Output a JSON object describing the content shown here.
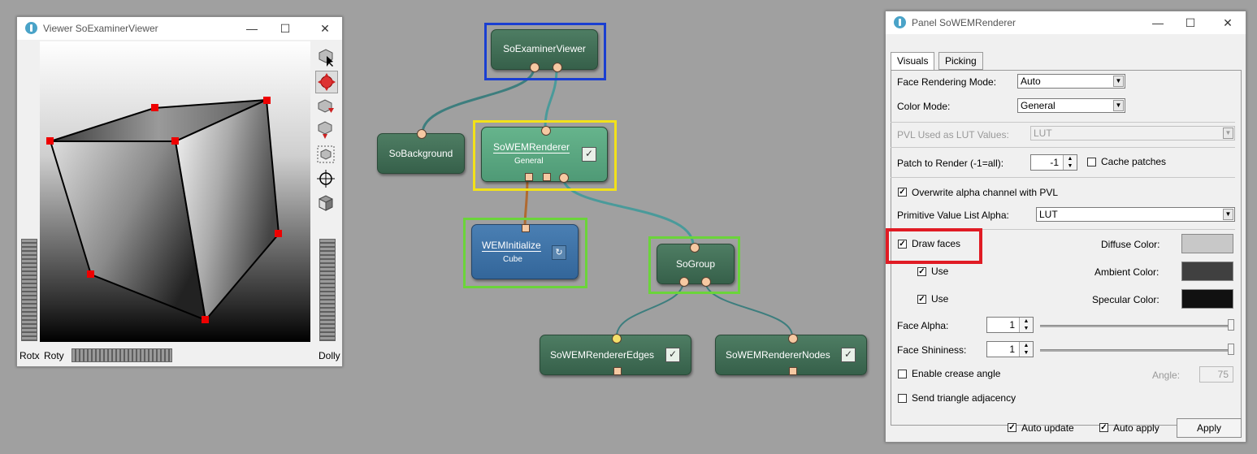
{
  "viewer": {
    "title": "Viewer SoExaminerViewer",
    "labels": {
      "rotx": "Rotx",
      "roty": "Roty",
      "dolly": "Dolly"
    },
    "tools": [
      "pick-arrow-icon",
      "rotate-icon",
      "seek-home-icon",
      "set-home-icon",
      "view-all-icon",
      "seek-target-icon",
      "perspective-cube-icon"
    ]
  },
  "network": {
    "nodes": {
      "viewer": "SoExaminerViewer",
      "background": "SoBackground",
      "renderer": "SoWEMRenderer",
      "renderer_sub": "General",
      "initialize": "WEMInitialize",
      "initialize_sub": "Cube",
      "group": "SoGroup",
      "edges": "SoWEMRendererEdges",
      "nodes": "SoWEMRendererNodes"
    },
    "checked": "✓",
    "highlight_colors": {
      "viewer": "#1a3fd1",
      "renderer": "#f2e11a",
      "initialize": "#6bd43a",
      "group": "#6bd43a",
      "panel": "#e01b24"
    }
  },
  "panel": {
    "title": "Panel SoWEMRenderer",
    "tabs": [
      "Visuals",
      "Picking"
    ],
    "face_rendering_mode": {
      "label": "Face Rendering Mode:",
      "value": "Auto"
    },
    "color_mode": {
      "label": "Color Mode:",
      "value": "General"
    },
    "pvl_lut": {
      "label": "PVL Used as LUT Values:",
      "value": "LUT"
    },
    "patch": {
      "label": "Patch to Render (-1=all):",
      "value": "-1",
      "cache_label": "Cache patches"
    },
    "overwrite_alpha": {
      "label": "Overwrite alpha channel with PVL",
      "checked": "✓"
    },
    "pvl_alpha": {
      "label": "Primitive Value List Alpha:",
      "value": "LUT"
    },
    "draw_faces": {
      "label": "Draw faces",
      "checked": "✓"
    },
    "use1": {
      "label": "Use",
      "checked": "✓"
    },
    "use2": {
      "label": "Use",
      "checked": "✓"
    },
    "diffuse": {
      "label": "Diffuse Color:",
      "color": "#c8c8c8"
    },
    "ambient": {
      "label": "Ambient Color:",
      "color": "#404040"
    },
    "specular": {
      "label": "Specular Color:",
      "color": "#111111"
    },
    "face_alpha": {
      "label": "Face Alpha:",
      "value": "1"
    },
    "face_shininess": {
      "label": "Face Shininess:",
      "value": "1"
    },
    "crease": {
      "label": "Enable crease angle",
      "angle_label": "Angle:",
      "angle_value": "75"
    },
    "triangle_adj": {
      "label": "Send triangle adjacency"
    },
    "auto_update": {
      "label": "Auto update",
      "checked": "✓"
    },
    "auto_apply": {
      "label": "Auto apply",
      "checked": "✓"
    },
    "apply": "Apply"
  }
}
